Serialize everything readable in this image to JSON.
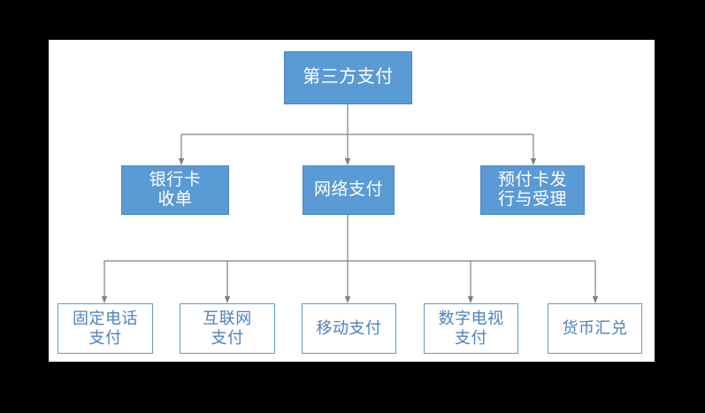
{
  "canvas": {
    "background_color": "#ffffff",
    "page_background_color": "#000000",
    "accent_fill": "#5b9bd5",
    "outline_color": "#5b9bd5",
    "outline_text_color": "#4f81bd",
    "filled_text_color": "#ffffff",
    "connector_color": "#808080"
  },
  "diagram": {
    "type": "hierarchy-tree",
    "root": {
      "id": "third-party-payment",
      "label": "第三方支付",
      "style": "filled"
    },
    "level2": [
      {
        "id": "bank-card-acquiring",
        "label": "银行卡\n收单",
        "style": "filled"
      },
      {
        "id": "network-payment",
        "label": "网络支付",
        "style": "filled"
      },
      {
        "id": "prepaid-card",
        "label": "预付卡发\n行与受理",
        "style": "filled"
      }
    ],
    "level3": [
      {
        "id": "fixed-phone-payment",
        "label": "固定电话\n支付",
        "style": "outline"
      },
      {
        "id": "internet-payment",
        "label": "互联网\n支付",
        "style": "outline"
      },
      {
        "id": "mobile-payment",
        "label": "移动支付",
        "style": "outline"
      },
      {
        "id": "digital-tv-payment",
        "label": "数字电视\n支付",
        "style": "outline"
      },
      {
        "id": "currency-exchange",
        "label": "货币汇兑",
        "style": "outline"
      }
    ]
  }
}
